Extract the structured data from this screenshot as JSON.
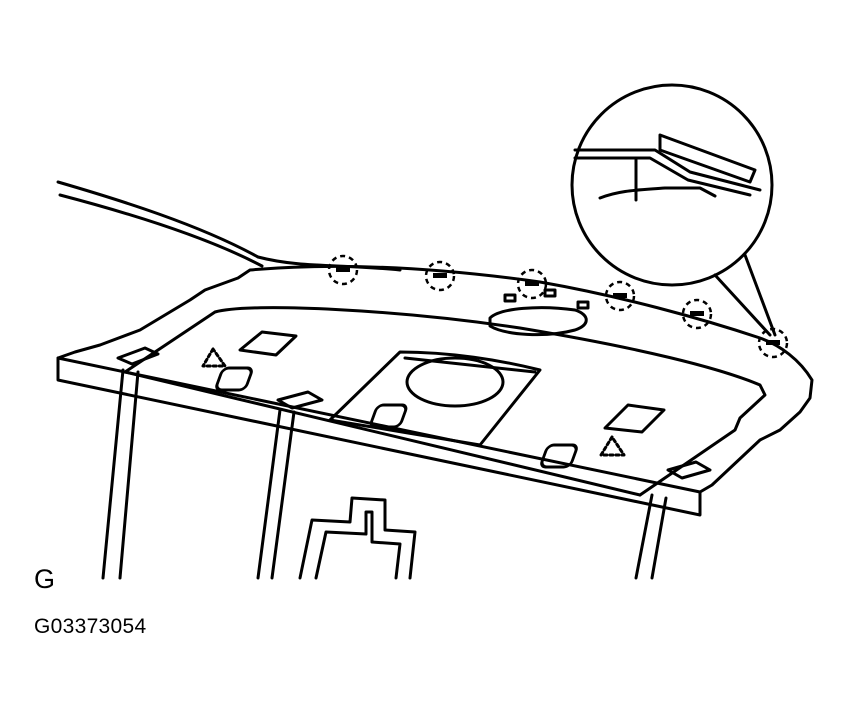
{
  "figure": {
    "view_letter": "G",
    "figure_id": "G03373054",
    "line_color": "#000000",
    "background": "#ffffff",
    "clip_count": 6
  }
}
